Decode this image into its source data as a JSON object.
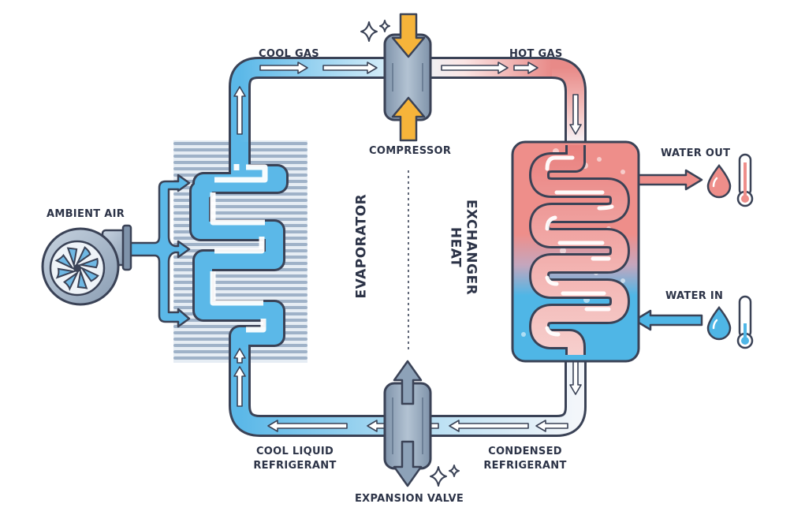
{
  "labels": {
    "cool_gas": "COOL GAS",
    "hot_gas": "HOT GAS",
    "compressor": "COMPRESSOR",
    "ambient_air": "AMBIENT AIR",
    "water_out": "WATER OUT",
    "water_in": "WATER IN",
    "evaporator": "EVAPORATOR",
    "heat_exchanger_line1": "HEAT",
    "heat_exchanger_line2": "EXCHANGER",
    "cool_liquid_line1": "COOL LIQUID",
    "cool_liquid_line2": "REFRIGERANT",
    "condensed_line1": "CONDENSED",
    "condensed_line2": "REFRIGERANT",
    "expansion_valve": "EXPANSION VALVE"
  },
  "colors": {
    "outline": "#3a4256",
    "cold_pipe": "#5bb8e8",
    "hot_pipe": "#e88a88",
    "hot_tank": "#ee8e8a",
    "cold_tank": "#4fb6e6",
    "device": "#8da2b8",
    "compressor_arrow": "#f6b43a",
    "fins": "#9fb2c8"
  },
  "icons": [
    "fan-icon",
    "water-drop-icon",
    "thermometer-icon",
    "sparkle-icon",
    "flow-arrow-icon"
  ]
}
